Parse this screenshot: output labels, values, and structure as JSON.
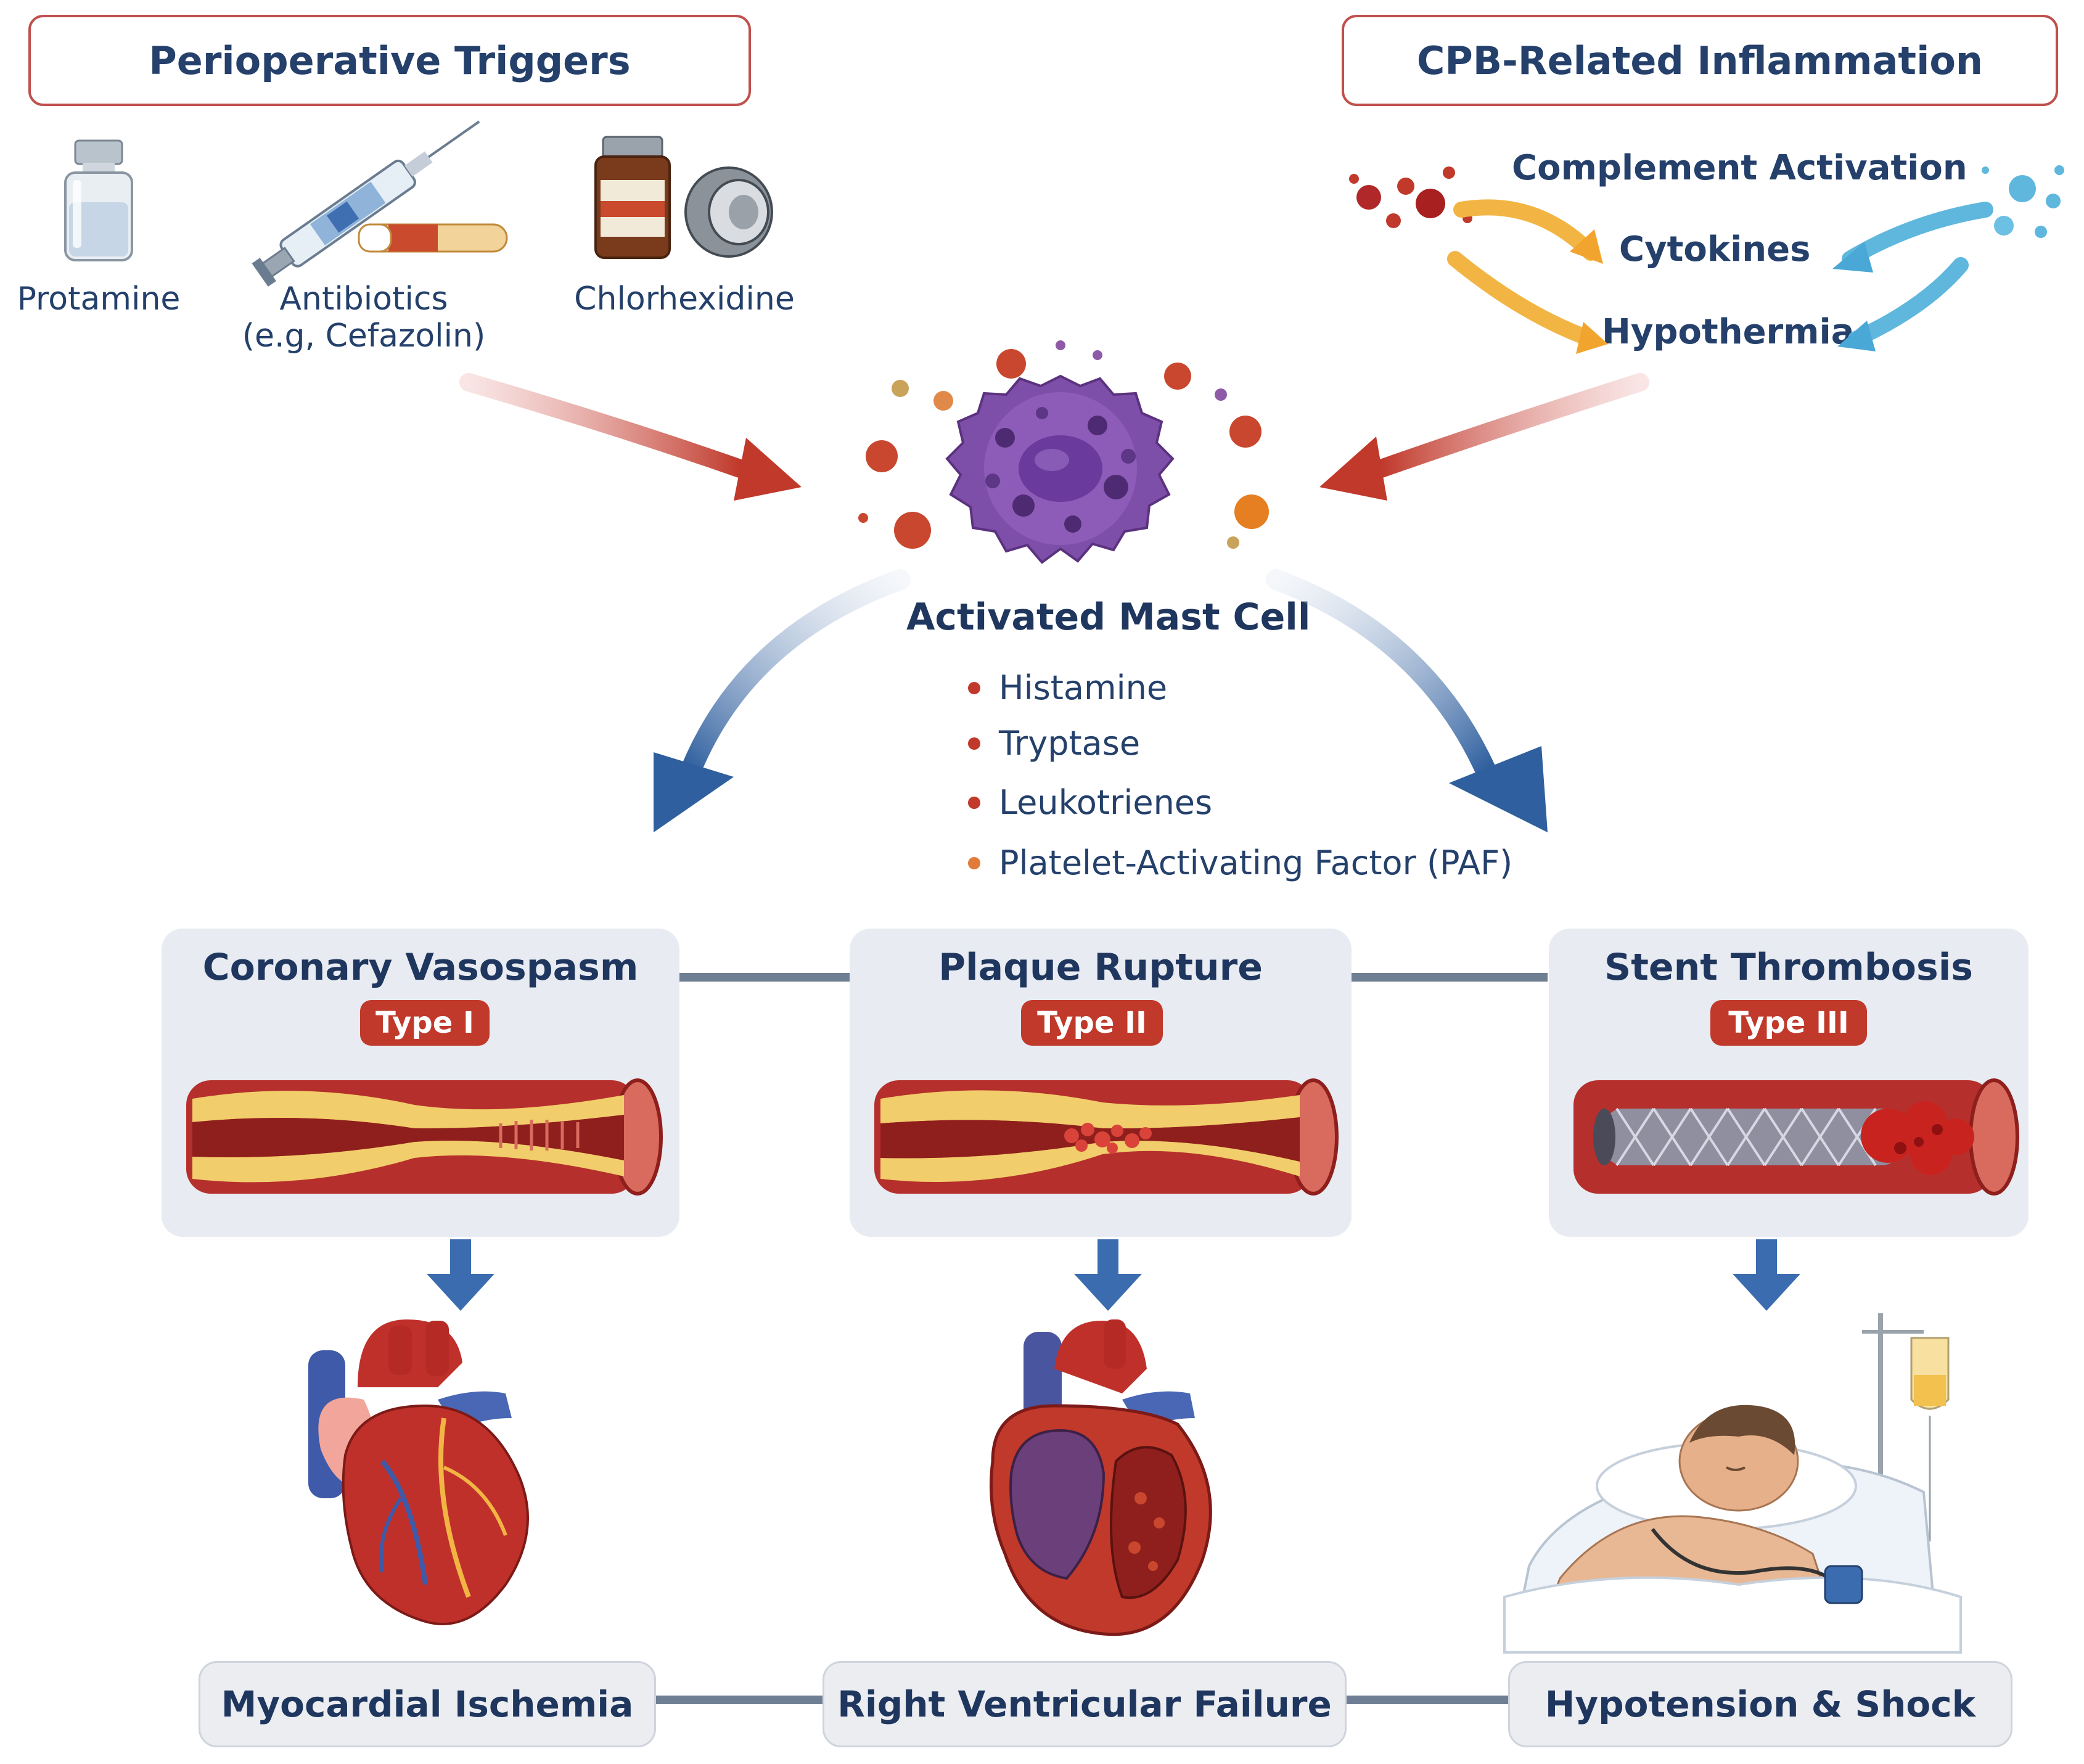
{
  "headers": {
    "triggers": "Perioperative Triggers",
    "cpb": "CPB-Related Inflammation"
  },
  "triggers": [
    {
      "label": "Protamine",
      "icon": "vial-icon"
    },
    {
      "label": "Antibiotics\n(e.g, Cefazolin)",
      "icon": "syringe-icon"
    },
    {
      "label": "Chlorhexidine",
      "icon": "bottle-icon"
    }
  ],
  "cpb_items": {
    "complement": "Complement Activation",
    "cytokines": "Cytokines",
    "hypothermia": "Hypothermia"
  },
  "mast_cell": {
    "title": "Activated Mast Cell",
    "mediators": [
      {
        "label": "Histamine",
        "color": "#c0392b"
      },
      {
        "label": "Tryptase",
        "color": "#c0392b"
      },
      {
        "label": "Leukotrienes",
        "color": "#c0392b"
      },
      {
        "label": "Platelet-Activating Factor (PAF)",
        "color": "#e07b39"
      }
    ]
  },
  "types": [
    {
      "title": "Coronary Vasospasm",
      "badge": "Type I"
    },
    {
      "title": "Plaque Rupture",
      "badge": "Type II"
    },
    {
      "title": "Stent Thrombosis",
      "badge": "Type III"
    }
  ],
  "outcomes": [
    {
      "label": "Myocardial Ischemia",
      "icon": "heart-icon"
    },
    {
      "label": "Right Ventricular Failure",
      "icon": "heart-section-icon"
    },
    {
      "label": "Hypotension & Shock",
      "icon": "patient-bed-icon"
    }
  ],
  "colors": {
    "accent_red": "#c0392b",
    "navy": "#24406b",
    "arrow_blue": "#2f5f9e",
    "panel_bg": "#e8ebf1"
  }
}
